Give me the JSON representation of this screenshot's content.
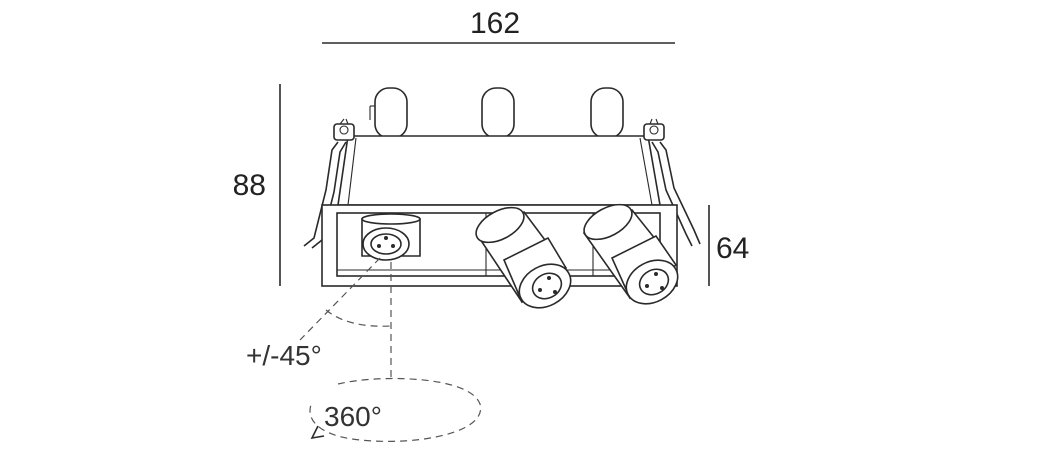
{
  "dimensions": {
    "width": "162",
    "height_total": "88",
    "height_frame": "64"
  },
  "annotations": {
    "tilt": "+/-45°",
    "rotation": "360°"
  }
}
